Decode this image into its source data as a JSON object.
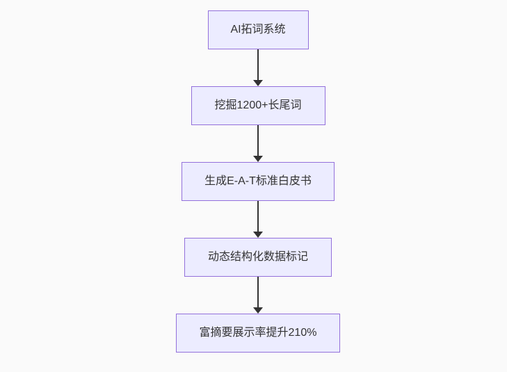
{
  "diagram": {
    "type": "flowchart",
    "direction": "top-down",
    "nodes": [
      {
        "id": "n0",
        "label": "AI拓词系统"
      },
      {
        "id": "n1",
        "label": "挖掘1200+长尾词"
      },
      {
        "id": "n2",
        "label": "生成E-A-T标准白皮书"
      },
      {
        "id": "n3",
        "label": "动态结构化数据标记"
      },
      {
        "id": "n4",
        "label": "富摘要展示率提升210%"
      }
    ],
    "edges": [
      {
        "from": "n0",
        "to": "n1",
        "style": "arrow-down"
      },
      {
        "from": "n1",
        "to": "n2",
        "style": "arrow-down"
      },
      {
        "from": "n2",
        "to": "n3",
        "style": "arrow-down"
      },
      {
        "from": "n3",
        "to": "n4",
        "style": "arrow-down"
      }
    ],
    "colors": {
      "node_fill": "#ECECFF",
      "node_border": "#9370DB",
      "arrow": "#333333",
      "text": "#333333",
      "background": "#fafafa"
    }
  }
}
